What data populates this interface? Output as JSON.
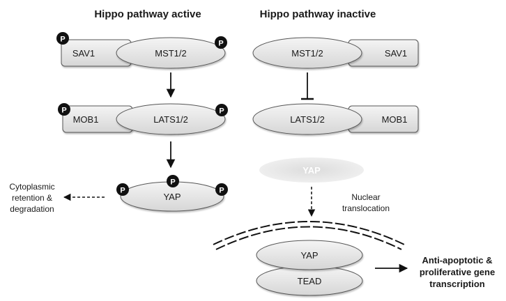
{
  "titles": {
    "active": "Hippo pathway active",
    "inactive": "Hippo pathway inactive"
  },
  "phospho_label": "P",
  "active": {
    "sav1": "SAV1",
    "mst": "MST1/2",
    "mob1": "MOB1",
    "lats": "LATS1/2",
    "yap": "YAP",
    "fate_line1": "Cytoplasmic",
    "fate_line2": "retention &",
    "fate_line3": "degradation"
  },
  "inactive": {
    "mst": "MST1/2",
    "sav1": "SAV1",
    "lats": "LATS1/2",
    "mob1": "MOB1",
    "yap_faded": "YAP",
    "translocation_line1": "Nuclear",
    "translocation_line2": "translocation",
    "yap_nuclear": "YAP",
    "tead": "TEAD",
    "outcome_line1": "Anti-apoptotic &",
    "outcome_line2": "proliferative gene",
    "outcome_line3": "transcription"
  },
  "colors": {
    "shape_fill": "#e3e3e3",
    "shape_stroke": "#555555",
    "phospho_fill": "#111111",
    "text": "#1a1a1a"
  }
}
